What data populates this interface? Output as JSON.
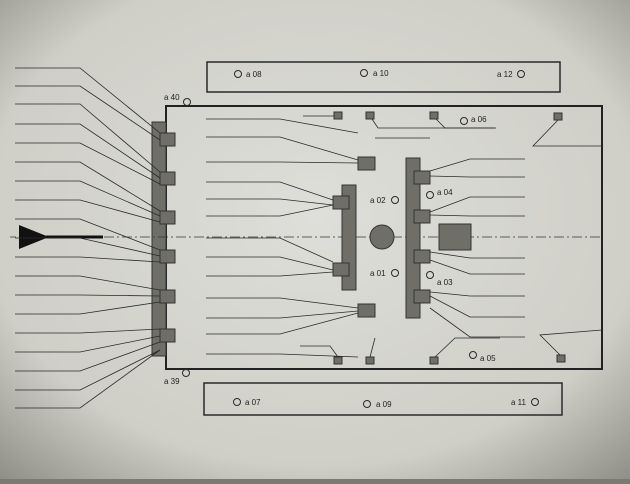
{
  "labels": {
    "a01": "a 01",
    "a02": "a 02",
    "a03": "a 03",
    "a04": "a 04",
    "a05": "a 05",
    "a06": "a 06",
    "a07": "a 07",
    "a08": "a 08",
    "a09": "a 09",
    "a10": "a 10",
    "a11": "a 11",
    "a12": "a 12",
    "a39": "a 39",
    "a40": "a 40"
  },
  "colors": {
    "paper": "#d9d9d0",
    "ink": "#2a2a2a",
    "block": "#6f6f68"
  }
}
